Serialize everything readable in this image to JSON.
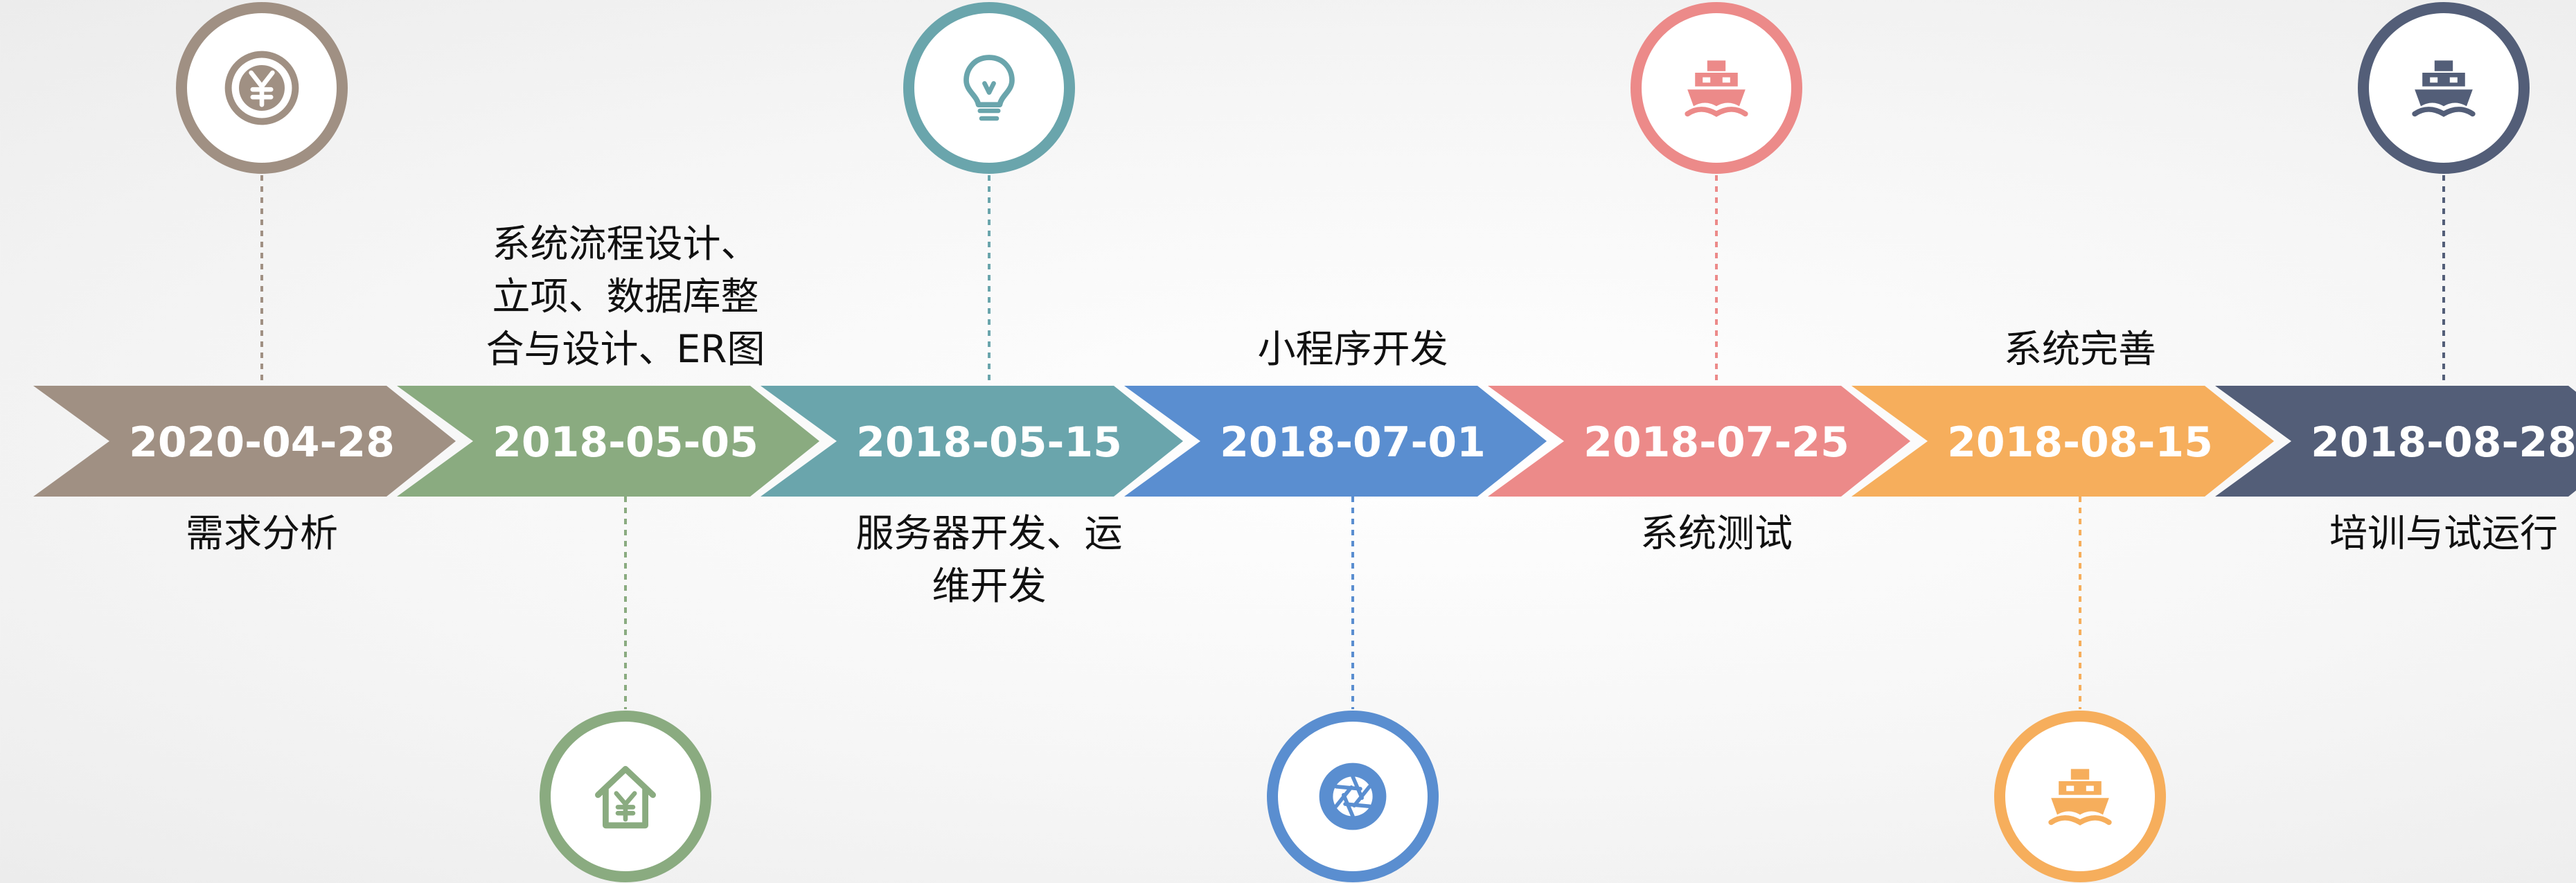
{
  "milestones": [
    {
      "date": "2020-04-28",
      "label": "需求分析",
      "color": "#a09083",
      "icon": "yen-coin-icon",
      "icon_position": "top",
      "label_position": "below"
    },
    {
      "date": "2018-05-05",
      "label": "系统流程设计、\n立项、数据库整\n合与设计、ER图",
      "color": "#8aab80",
      "icon": "house-yen-icon",
      "icon_position": "bottom",
      "label_position": "above"
    },
    {
      "date": "2018-05-15",
      "label": "服务器开发、运\n维开发",
      "color": "#6aa5ac",
      "icon": "lightbulb-icon",
      "icon_position": "top",
      "label_position": "below"
    },
    {
      "date": "2018-07-01",
      "label": "小程序开发",
      "color": "#5a8ed0",
      "icon": "camera-aperture-icon",
      "icon_position": "bottom",
      "label_position": "above"
    },
    {
      "date": "2018-07-25",
      "label": "系统测试",
      "color": "#ec8a89",
      "icon": "ship-icon",
      "icon_position": "top",
      "label_position": "below"
    },
    {
      "date": "2018-08-15",
      "label": "系统完善",
      "color": "#f6ae5c",
      "icon": "ship-icon",
      "icon_position": "bottom",
      "label_position": "above"
    },
    {
      "date": "2018-08-28",
      "label": "培训与试运行",
      "color": "#535e78",
      "icon": "ship-icon",
      "icon_position": "top",
      "label_position": "below"
    }
  ]
}
